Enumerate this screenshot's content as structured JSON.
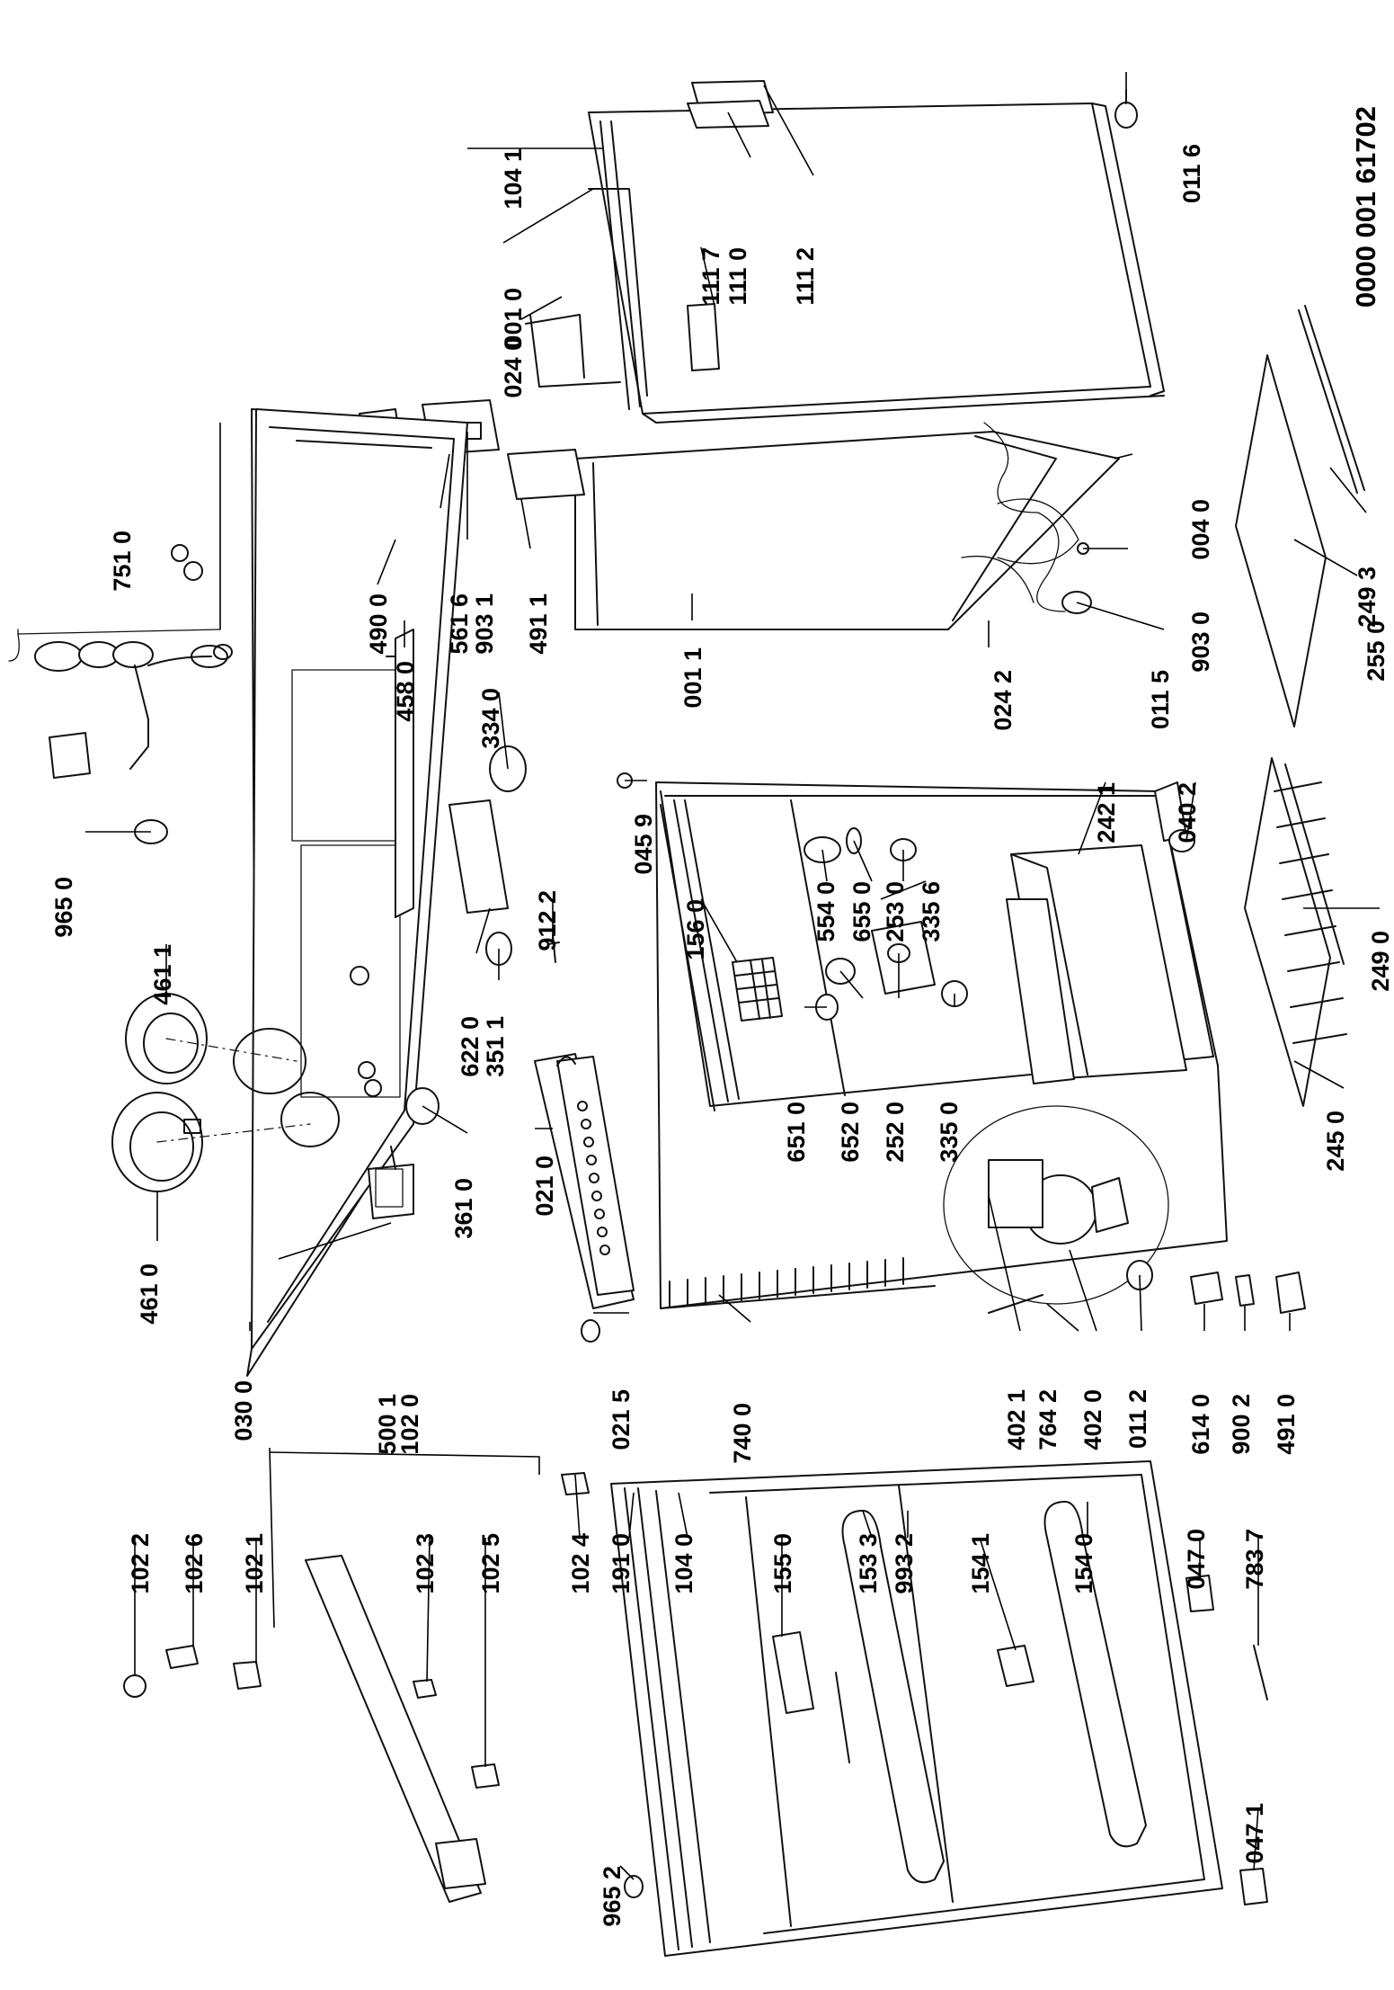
{
  "document_number": "0000 001 61702",
  "part_labels": [
    "011 6",
    "104 1",
    "111 7",
    "111 0",
    "111 2",
    "001 0",
    "024 0",
    "751 0",
    "490 0",
    "561 6",
    "903 1",
    "491 1",
    "004 0",
    "903 0",
    "249 3",
    "965 0",
    "458 0",
    "334 0",
    "912 2",
    "045 9",
    "156 0",
    "001 1",
    "554 0",
    "655 0",
    "253 0",
    "335 6",
    "024 2",
    "011 5",
    "255 0",
    "461 1",
    "242 1",
    "040 2",
    "249 0",
    "361 0",
    "622 0",
    "351 1",
    "021 0",
    "651 0",
    "652 0",
    "252 0",
    "335 0",
    "245 0",
    "461 0",
    "030 0",
    "500 1",
    "102 0",
    "021 5",
    "740 0",
    "402 1",
    "764 2",
    "402 0",
    "011 2",
    "614 0",
    "900 2",
    "491 0",
    "102 2",
    "102 6",
    "102 1",
    "102 3",
    "102 5",
    "102 4",
    "191 0",
    "104 0",
    "155 0",
    "153 3",
    "993 2",
    "154 1",
    "154 0",
    "047 0",
    "783 7",
    "047 1",
    "965 2"
  ]
}
